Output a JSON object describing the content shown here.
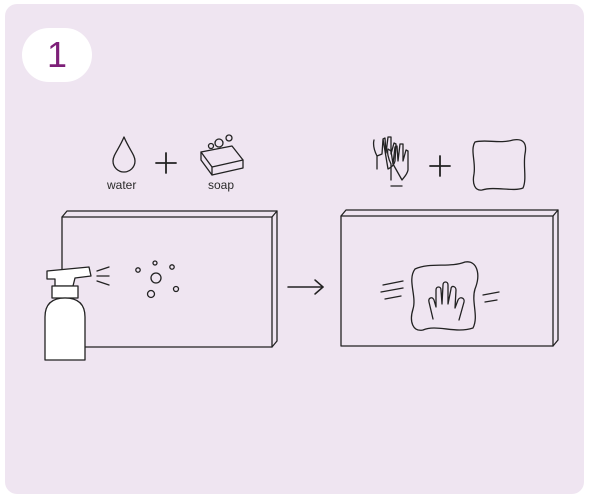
{
  "step": {
    "number": "1"
  },
  "ingredients": {
    "water_label": "water",
    "soap_label": "soap"
  },
  "icons": [
    "water-drop-icon",
    "plus-icon",
    "soap-icon",
    "gloves-icon",
    "cloth-icon",
    "spray-bottle-icon",
    "arrow-right-icon",
    "wiping-hand-icon"
  ],
  "colors": {
    "background": "#efe5f1",
    "badge_text": "#7d1f78",
    "line": "#222222"
  }
}
